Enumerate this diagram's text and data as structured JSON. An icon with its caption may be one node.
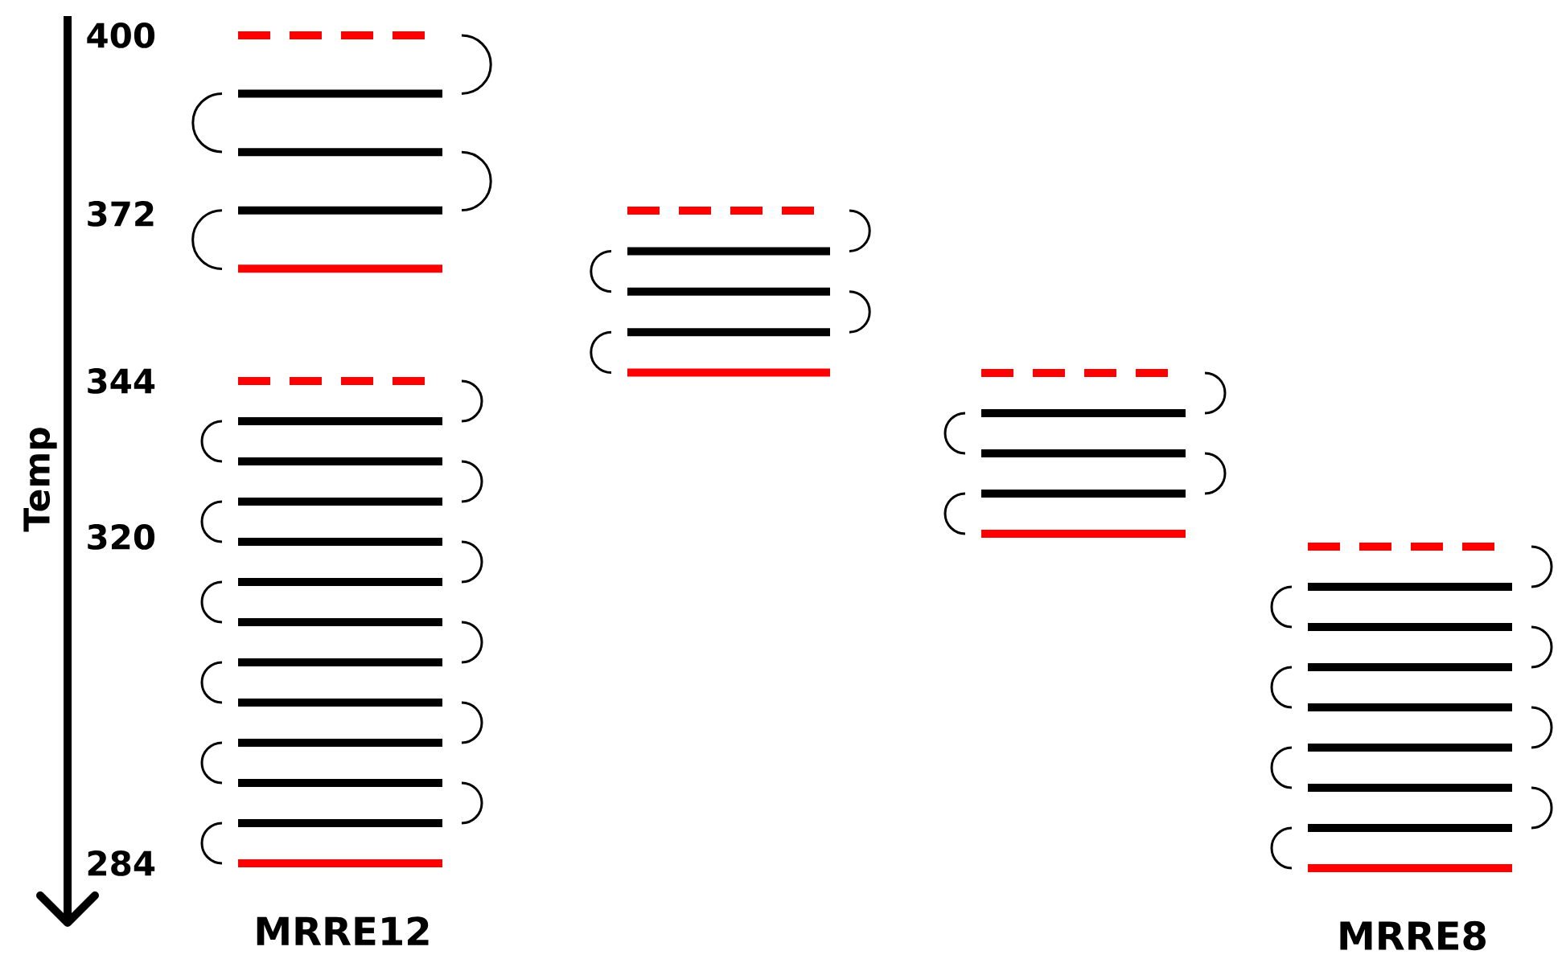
{
  "diagram": {
    "labels": [
      "400",
      "372",
      "344",
      "320",
      "284",
      "Temp",
      "MRRE12",
      "MRRE8"
    ]
  }
}
